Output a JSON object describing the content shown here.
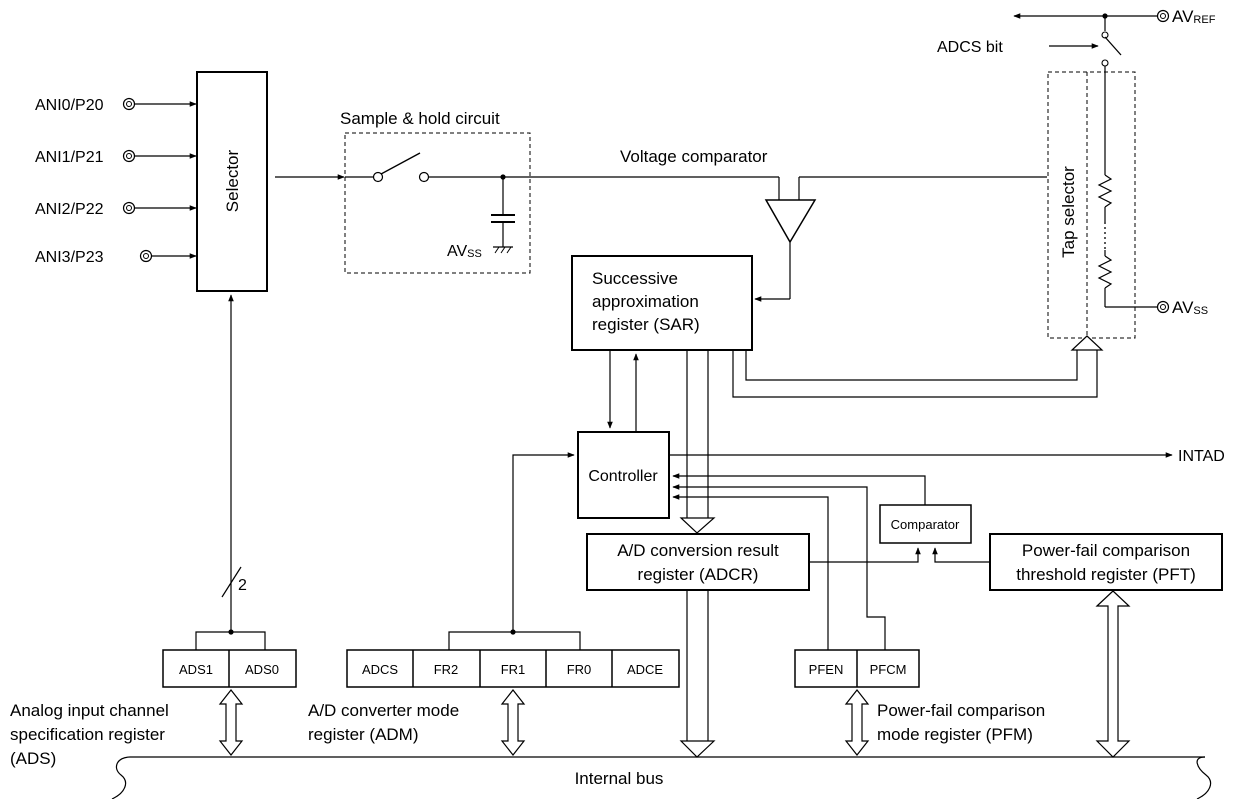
{
  "inputs": {
    "ani0": "ANI0/P20",
    "ani1": "ANI1/P21",
    "ani2": "ANI2/P22",
    "ani3": "ANI3/P23"
  },
  "selector": "Selector",
  "sample_hold": {
    "title": "Sample & hold circuit",
    "avss_main": "AV",
    "avss_sub": "SS"
  },
  "voltage_comparator": "Voltage comparator",
  "sar": {
    "line1": "Successive",
    "line2": "approximation",
    "line3": "register (SAR)"
  },
  "tap_selector": "Tap selector",
  "avref": {
    "main": "AV",
    "sub": "REF"
  },
  "avss_right": {
    "main": "AV",
    "sub": "SS"
  },
  "adcs_bit": "ADCS bit",
  "controller": "Controller",
  "intad": "INTAD",
  "comparator": "Comparator",
  "adcr": {
    "line1": "A/D conversion result",
    "line2": "register (ADCR)"
  },
  "pft": {
    "line1": "Power-fail comparison",
    "line2": "threshold register (PFT)"
  },
  "bus_width": "2",
  "ads_register": {
    "bits": [
      "ADS1",
      "ADS0"
    ],
    "label_line1": "Analog input channel",
    "label_line2": "specification register",
    "label_line3": "(ADS)"
  },
  "adm_register": {
    "bits": [
      "ADCS",
      "FR2",
      "FR1",
      "FR0",
      "ADCE"
    ],
    "label_line1": "A/D converter mode",
    "label_line2": "register (ADM)"
  },
  "pfm_register": {
    "bits": [
      "PFEN",
      "PFCM"
    ],
    "label_line1": "Power-fail comparison",
    "label_line2": "mode register (PFM)"
  },
  "internal_bus": "Internal bus"
}
